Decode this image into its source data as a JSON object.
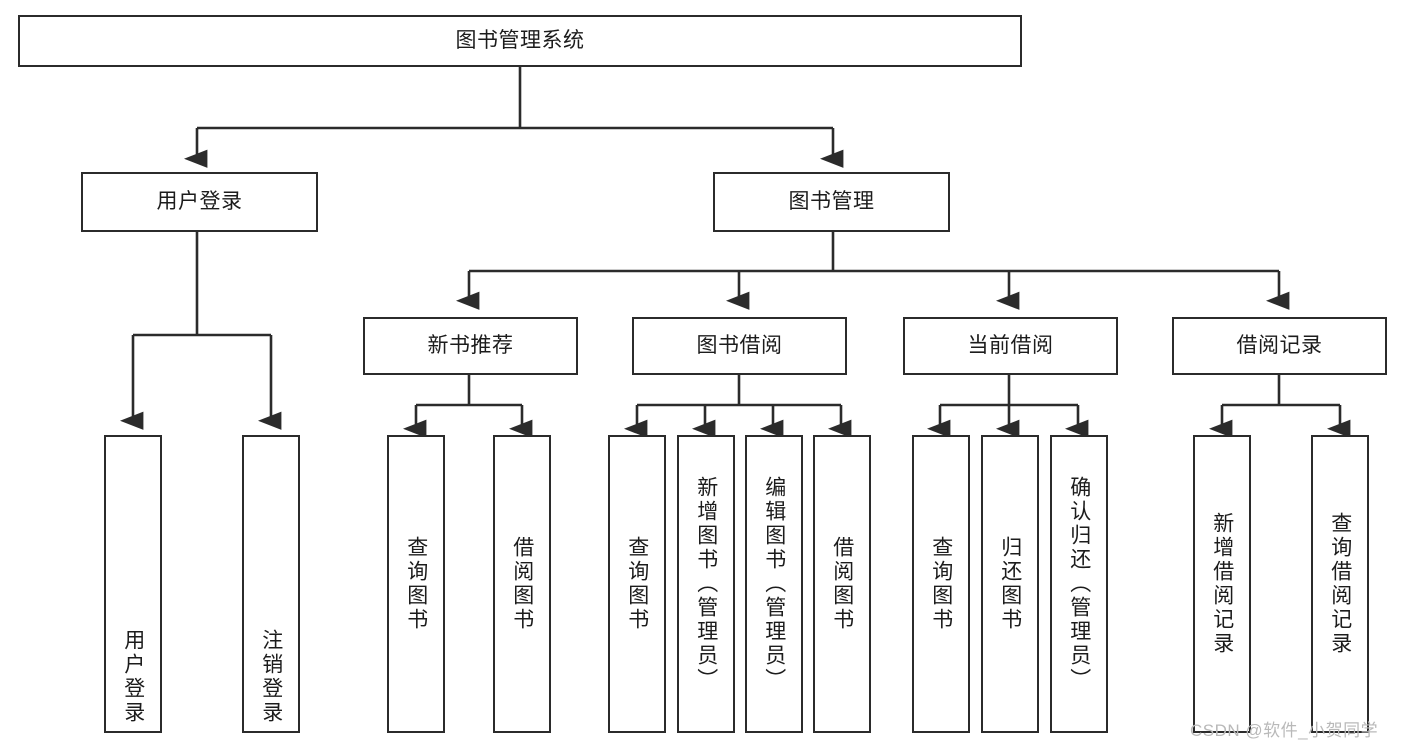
{
  "diagram": {
    "title": "图书管理系统",
    "type": "hierarchy-tree",
    "line_color": "#2b2b2b",
    "box_fill": "#ffffff",
    "text_color": "#1c1c1c",
    "watermark_color": "#b9b9b9"
  },
  "nodes": {
    "root": {
      "label": "图书管理系统"
    },
    "level2": [
      {
        "label": "用户登录"
      },
      {
        "label": "图书管理"
      }
    ],
    "level3": [
      {
        "label": "新书推荐"
      },
      {
        "label": "图书借阅"
      },
      {
        "label": "当前借阅"
      },
      {
        "label": "借阅记录"
      }
    ],
    "leaves_user_login": [
      {
        "label": "用户登录"
      },
      {
        "label": "注销登录"
      }
    ],
    "leaves_new_book": [
      {
        "label": "查询图书"
      },
      {
        "label": "借阅图书"
      }
    ],
    "leaves_borrow": [
      {
        "label": "查询图书"
      },
      {
        "label": "新增图书（管理员）"
      },
      {
        "label": "编辑图书（管理员）"
      },
      {
        "label": "借阅图书"
      }
    ],
    "leaves_current": [
      {
        "label": "查询图书"
      },
      {
        "label": "归还图书"
      },
      {
        "label": "确认归还（管理员）"
      }
    ],
    "leaves_record": [
      {
        "label": "新增借阅记录"
      },
      {
        "label": "查询借阅记录"
      }
    ]
  },
  "watermark": {
    "text": "CSDN @软件_小贺同学"
  }
}
